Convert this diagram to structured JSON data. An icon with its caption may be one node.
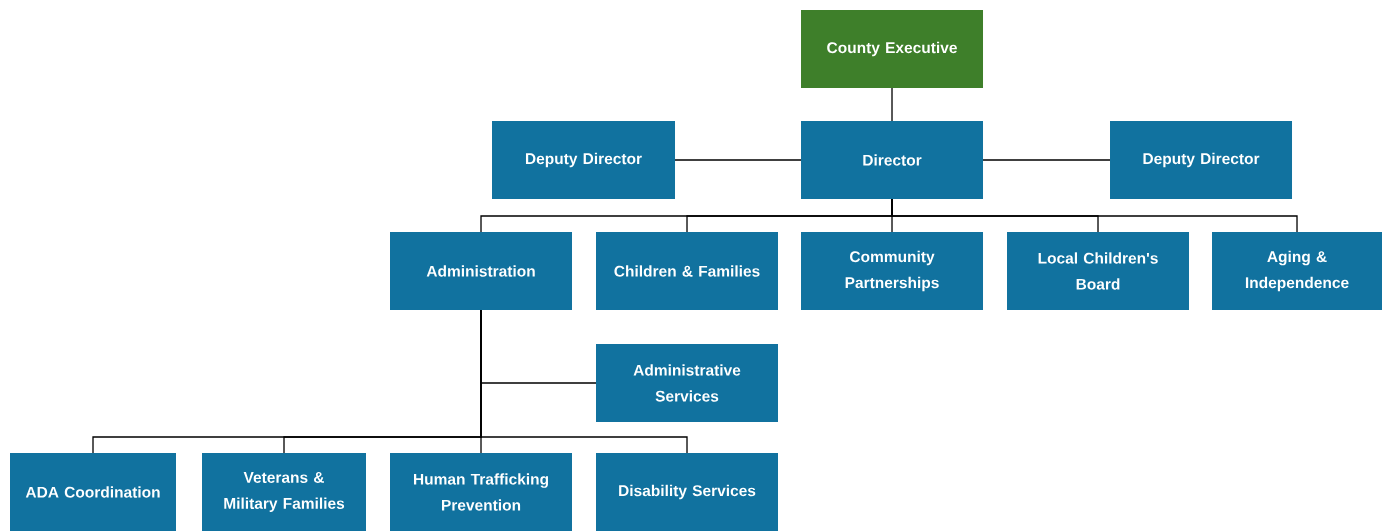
{
  "diagram": {
    "nodes": [
      {
        "text": [
          "County Executive"
        ]
      },
      {
        "text": [
          "Deputy Director"
        ]
      },
      {
        "text": [
          "Director"
        ]
      },
      {
        "text": [
          "Deputy Director"
        ]
      },
      {
        "text": [
          "Administration"
        ]
      },
      {
        "text": [
          "Children & Families"
        ]
      },
      {
        "text": [
          "Community Partnerships"
        ]
      },
      {
        "text": [
          "Local Children's Board"
        ]
      },
      {
        "text": [
          "Aging & Independence"
        ]
      },
      {
        "text": [
          "Administrative Services"
        ]
      },
      {
        "text": [
          "ADA Coordination"
        ]
      },
      {
        "text": [
          "Veterans & Military Families"
        ]
      },
      {
        "text": [
          "Human Trafficking Prevention"
        ]
      },
      {
        "text": [
          "Disability Services"
        ]
      }
    ],
    "edges": [
      {
        "from": 0,
        "to": 2,
        "arrow": "none"
      },
      {
        "from": 2,
        "to": 1,
        "arrow": "none"
      },
      {
        "from": 2,
        "to": 3,
        "arrow": "none"
      },
      {
        "from": 2,
        "to": 4,
        "arrow": "none"
      },
      {
        "from": 2,
        "to": 5,
        "arrow": "none"
      },
      {
        "from": 2,
        "to": 6,
        "arrow": "none"
      },
      {
        "from": 2,
        "to": 7,
        "arrow": "none"
      },
      {
        "from": 2,
        "to": 8,
        "arrow": "none"
      },
      {
        "from": 4,
        "to": 9,
        "arrow": "none"
      },
      {
        "from": 4,
        "to": 10,
        "arrow": "none"
      },
      {
        "from": 4,
        "to": 11,
        "arrow": "none"
      },
      {
        "from": 4,
        "to": 12,
        "arrow": "none"
      },
      {
        "from": 4,
        "to": 13,
        "arrow": "none"
      }
    ]
  }
}
